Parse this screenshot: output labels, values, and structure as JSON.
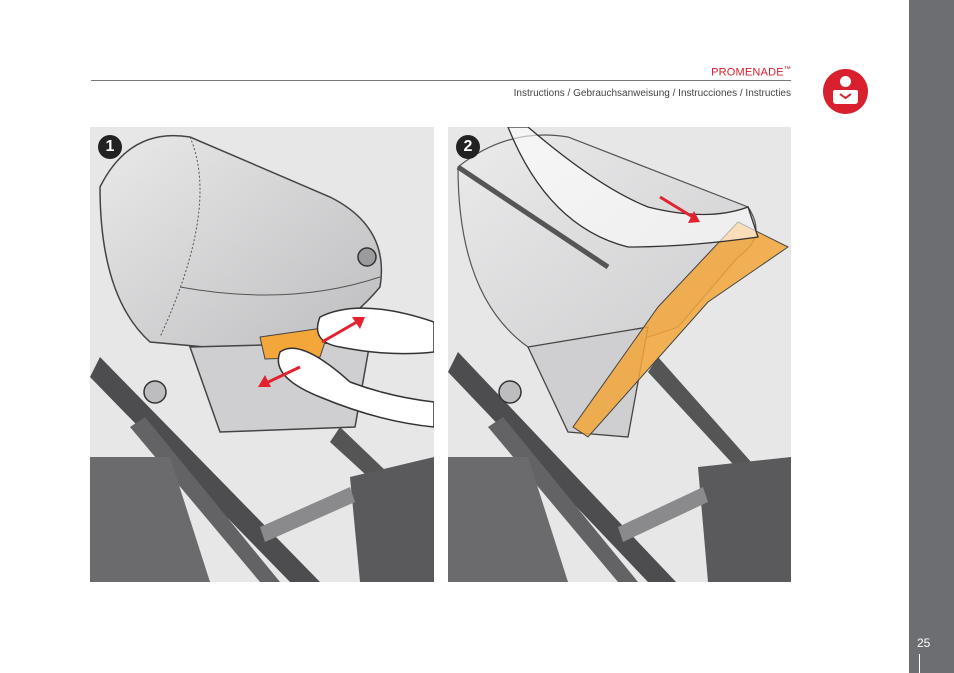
{
  "header": {
    "brand": "PROMENADE",
    "brand_mark": "™",
    "subtitle": "Instructions / Gebrauchsanweisung / Instrucciones / Instructies"
  },
  "badge": {
    "icon": "person-with-seat-icon",
    "color": "#d8202f"
  },
  "steps": [
    {
      "number": "1"
    },
    {
      "number": "2"
    }
  ],
  "footer": {
    "page_number": "25"
  },
  "colors": {
    "accent": "#d8202f",
    "sidebar": "#6d6e71",
    "highlight": "#f3a63a"
  }
}
